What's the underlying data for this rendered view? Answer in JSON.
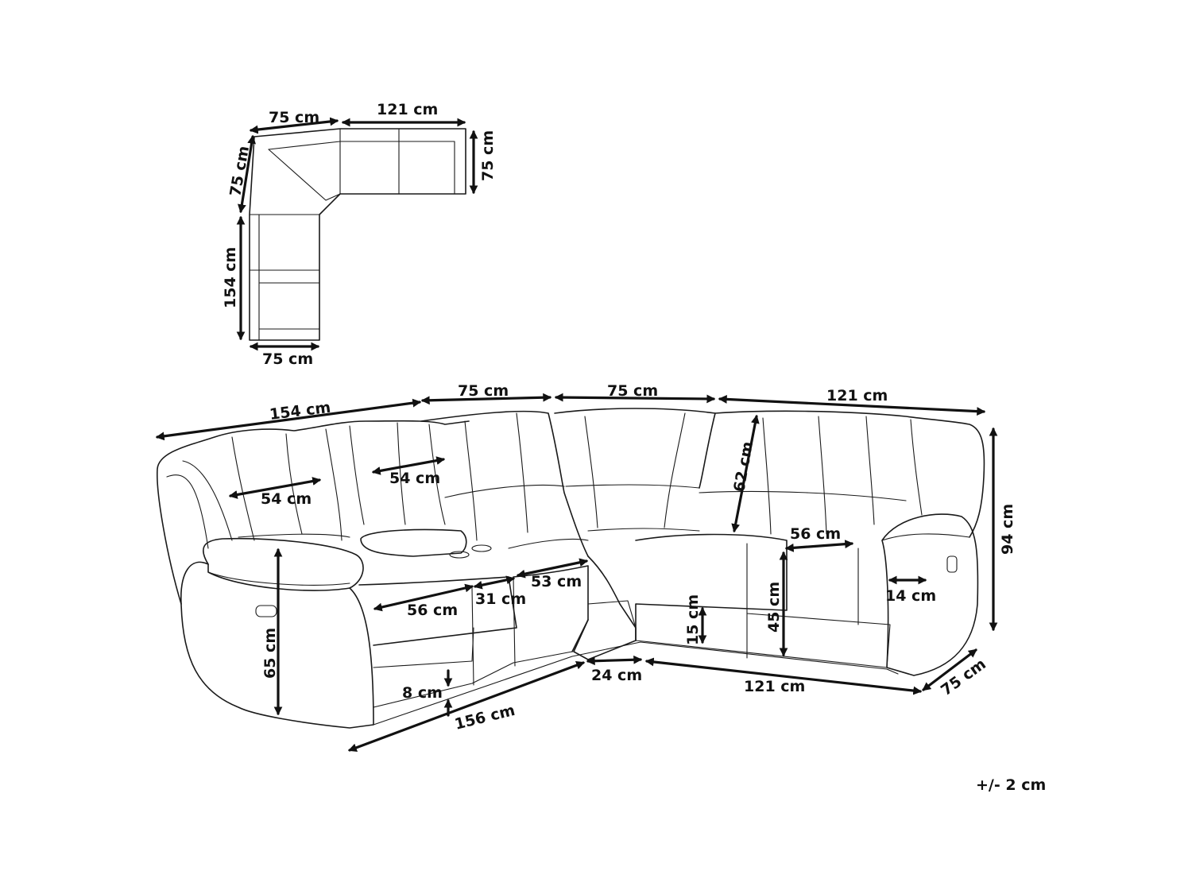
{
  "top_view": {
    "dims": {
      "top_left_width": "75 cm",
      "top_right_width": "121 cm",
      "right_depth": "75 cm",
      "left_corner_depth": "75 cm",
      "left_length": "154 cm",
      "bottom_width": "75 cm"
    }
  },
  "perspective_view": {
    "dims": {
      "back_left": "154 cm",
      "back_mid_left": "75 cm",
      "back_mid_right": "75 cm",
      "back_right": "121 cm",
      "height": "94 cm",
      "seat_width_left": "54 cm",
      "seat_width_mid": "54 cm",
      "backrest_height": "62 cm",
      "seat_depth_right": "56 cm",
      "arm_width": "14 cm",
      "seat_height": "45 cm",
      "footrest_height": "15 cm",
      "seat_depth_left": "56 cm",
      "console_width": "31 cm",
      "seat_depth_mid": "53 cm",
      "arm_height": "65 cm",
      "ground_clearance": "8 cm",
      "front_left": "156 cm",
      "corner_front": "24 cm",
      "front_right": "121 cm",
      "side_depth": "75 cm"
    }
  },
  "tolerance": "+/- 2 cm"
}
